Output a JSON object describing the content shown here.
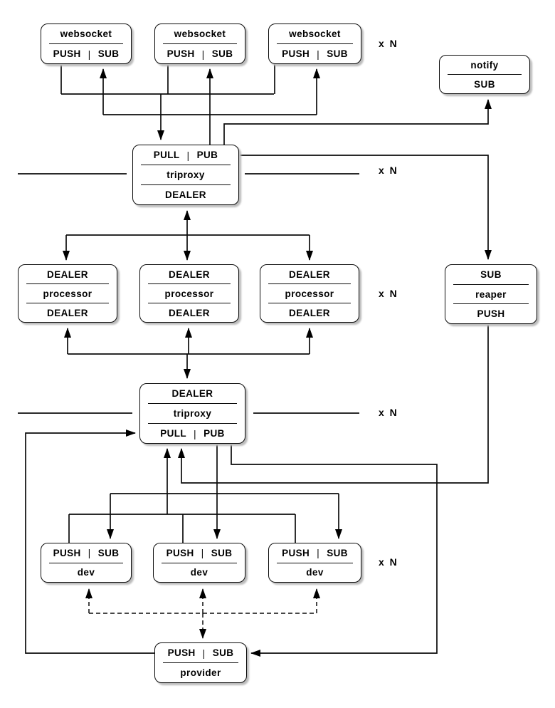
{
  "replicated": "x N",
  "pipe": "|",
  "nodes": {
    "websocket1": {
      "title": "websocket",
      "push": "PUSH",
      "sub": "SUB"
    },
    "websocket2": {
      "title": "websocket",
      "push": "PUSH",
      "sub": "SUB"
    },
    "websocket3": {
      "title": "websocket",
      "push": "PUSH",
      "sub": "SUB"
    },
    "notify": {
      "title": "notify",
      "sub": "SUB"
    },
    "triproxy_upper": {
      "pull": "PULL",
      "pub": "PUB",
      "title": "triproxy",
      "dealer": "DEALER"
    },
    "processor1": {
      "dealer_top": "DEALER",
      "title": "processor",
      "dealer_bottom": "DEALER"
    },
    "processor2": {
      "dealer_top": "DEALER",
      "title": "processor",
      "dealer_bottom": "DEALER"
    },
    "processor3": {
      "dealer_top": "DEALER",
      "title": "processor",
      "dealer_bottom": "DEALER"
    },
    "reaper": {
      "sub": "SUB",
      "title": "reaper",
      "push": "PUSH"
    },
    "triproxy_lower": {
      "dealer": "DEALER",
      "title": "triproxy",
      "pull": "PULL",
      "pub": "PUB"
    },
    "dev1": {
      "push": "PUSH",
      "sub": "SUB",
      "title": "dev"
    },
    "dev2": {
      "push": "PUSH",
      "sub": "SUB",
      "title": "dev"
    },
    "dev3": {
      "push": "PUSH",
      "sub": "SUB",
      "title": "dev"
    },
    "provider": {
      "push": "PUSH",
      "sub": "SUB",
      "title": "provider"
    }
  }
}
